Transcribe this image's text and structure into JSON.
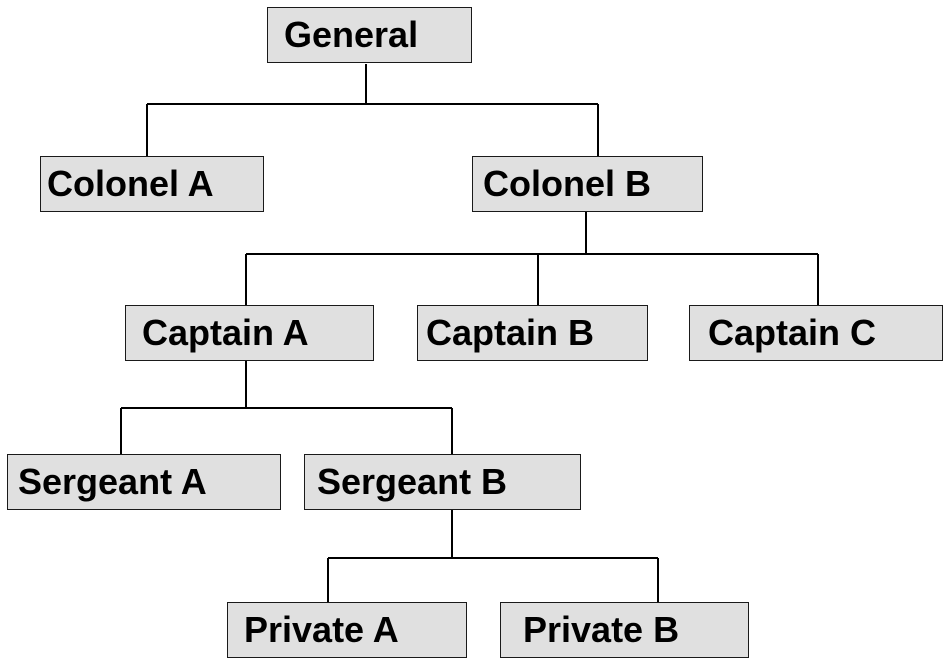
{
  "style": {
    "node_fill": "#e0e0e0",
    "node_border": "#1a1a1a",
    "connector_color": "#000000"
  },
  "org_chart": {
    "root": {
      "label": "General",
      "children": {
        "colonel_a": {
          "label": "Colonel A"
        },
        "colonel_b": {
          "label": "Colonel B",
          "children": {
            "captain_a": {
              "label": "Captain A",
              "children": {
                "sergeant_a": {
                  "label": "Sergeant A"
                },
                "sergeant_b": {
                  "label": "Sergeant B",
                  "children": {
                    "private_a": {
                      "label": "Private A"
                    },
                    "private_b": {
                      "label": "Private B"
                    }
                  }
                }
              }
            },
            "captain_b": {
              "label": "Captain B"
            },
            "captain_c": {
              "label": "Captain C"
            }
          }
        }
      }
    }
  }
}
